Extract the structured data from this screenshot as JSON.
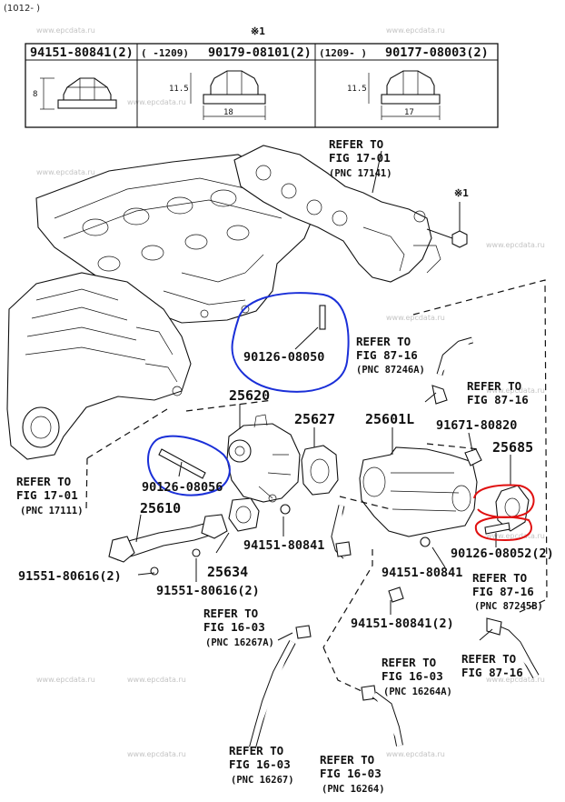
{
  "header": {
    "version": "(1012- )"
  },
  "fastener_table": {
    "note_marker": "※1",
    "columns": [
      {
        "part_no": "94151-80841(2)",
        "range": "",
        "dim_h": "8",
        "dim_w": ""
      },
      {
        "part_no": "90179-08101(2)",
        "range": "(  -1209)",
        "dim_h": "11.5",
        "dim_w": "18"
      },
      {
        "part_no": "90177-08003(2)",
        "range": "(1209-   )",
        "dim_h": "11.5",
        "dim_w": "17"
      }
    ]
  },
  "refs": {
    "r1701_top": {
      "l1": "REFER TO",
      "l2": "FIG 17-01",
      "l3": "(PNC 17141)"
    },
    "marker": "※1",
    "r8716_a": {
      "l1": "REFER TO",
      "l2": "FIG 87-16",
      "l3": "(PNC 87246A)"
    },
    "r8716_b": {
      "l1": "REFER TO",
      "l2": "FIG 87-16"
    },
    "r1701_left": {
      "l1": "REFER TO",
      "l2": "FIG 17-01",
      "l3": "(PNC 17111)"
    },
    "r8716_c": {
      "l1": "REFER TO",
      "l2": "FIG 87-16",
      "l3": "(PNC 87245B)"
    },
    "r1603_a": {
      "l1": "REFER TO",
      "l2": "FIG 16-03",
      "l3": "(PNC 16267A)"
    },
    "r1603_b": {
      "l1": "REFER TO",
      "l2": "FIG 16-03",
      "l3": "(PNC 16264A)"
    },
    "r8716_d": {
      "l1": "REFER TO",
      "l2": "FIG 87-16"
    },
    "r1603_c": {
      "l1": "REFER TO",
      "l2": "FIG 16-03",
      "l3": "(PNC 16267)"
    },
    "r1603_d": {
      "l1": "REFER TO",
      "l2": "FIG 16-03",
      "l3": "(PNC 16264)"
    }
  },
  "parts": {
    "p90126_08050": "90126-08050",
    "p25620": "25620",
    "p25627": "25627",
    "p25601L": "25601L",
    "p91671": "91671-80820",
    "p25685": "25685",
    "p90126_08056": "90126-08056",
    "p25610": "25610",
    "p94151_a": "94151-80841",
    "p94151_b": "94151-80841",
    "p90126_08052": "90126-08052(2)",
    "p91551_a": "91551-80616(2)",
    "p25634": "25634",
    "p91551_b": "91551-80616(2)",
    "p94151_c": "94151-80841(2)"
  },
  "watermark": "www.epcdata.ru",
  "colors": {
    "highlight_blue": "#1a2fd8",
    "highlight_red": "#e01010"
  }
}
